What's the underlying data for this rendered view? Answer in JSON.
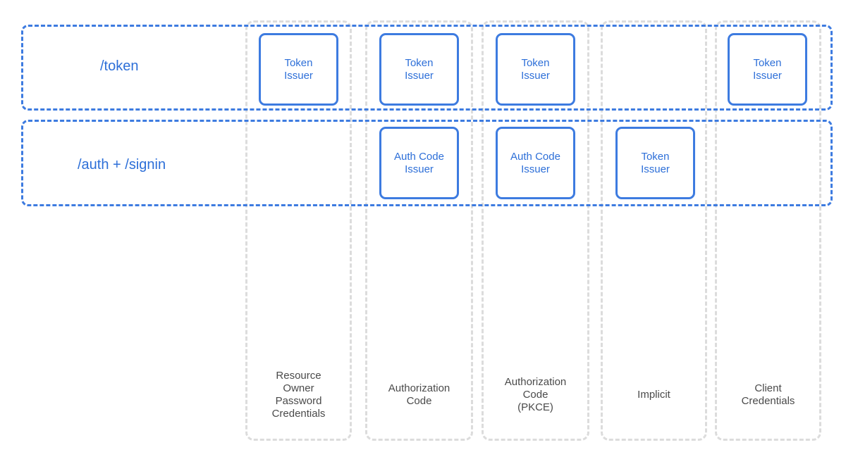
{
  "rows": [
    {
      "id": "token",
      "label": "/token"
    },
    {
      "id": "auth",
      "label": "/auth + /signin"
    }
  ],
  "columns": [
    {
      "id": "ropc",
      "label": "Resource\nOwner\nPassword\nCredentials"
    },
    {
      "id": "authcode",
      "label": "Authorization\nCode"
    },
    {
      "id": "pkce",
      "label": "Authorization\nCode\n(PKCE)"
    },
    {
      "id": "implicit",
      "label": "Implicit"
    },
    {
      "id": "client",
      "label": "Client\nCredentials"
    }
  ],
  "issuers": {
    "token_ropc": "Token\nIssuer",
    "token_authcode": "Token\nIssuer",
    "token_pkce": "Token\nIssuer",
    "token_client": "Token\nIssuer",
    "auth_authcode": "Auth Code\nIssuer",
    "auth_pkce": "Auth Code\nIssuer",
    "auth_implicit": "Token\nIssuer"
  },
  "colors": {
    "accent": "#3d7be0",
    "accent_text": "#2d6fd8",
    "column_border": "#dcdcdc",
    "column_text": "#4a4a4a"
  }
}
